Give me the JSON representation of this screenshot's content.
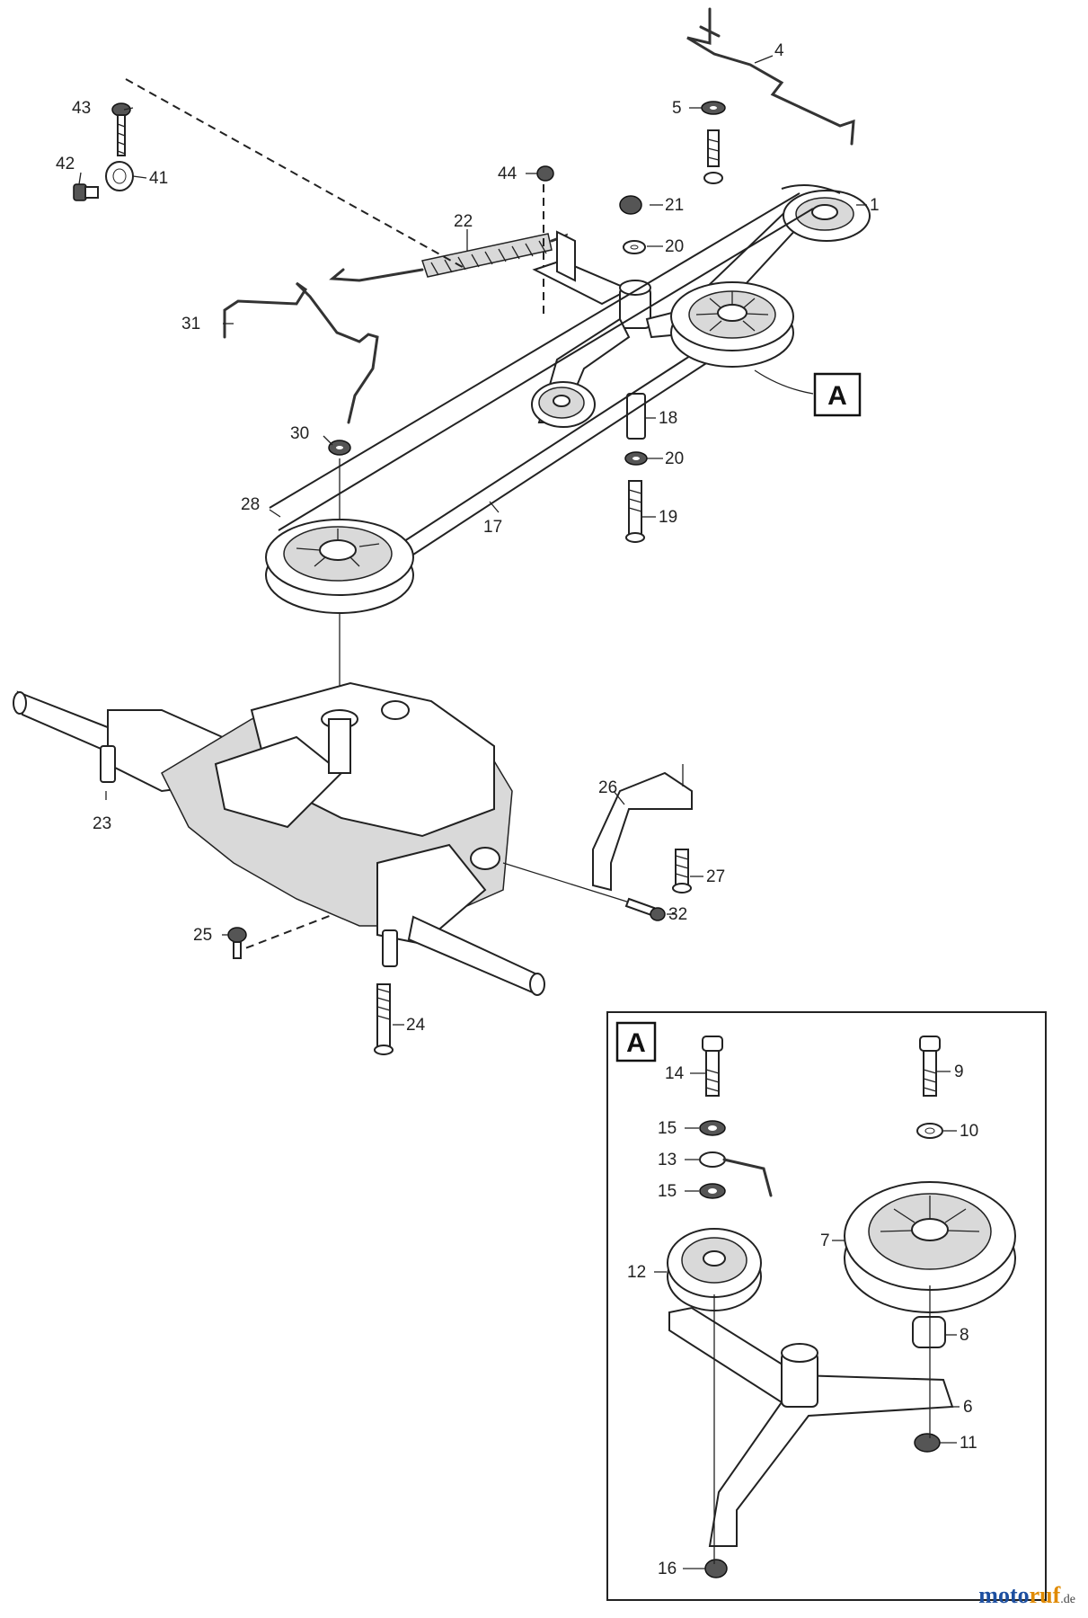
{
  "diagram": {
    "callouts": {
      "main": "A",
      "detail": "A"
    },
    "labels": {
      "p1": "1",
      "p4": "4",
      "p5": "5",
      "p6": "6",
      "p7": "7",
      "p8": "8",
      "p9": "9",
      "p10": "10",
      "p11": "11",
      "p12": "12",
      "p13": "13",
      "p14": "14",
      "p15a": "15",
      "p15b": "15",
      "p16": "16",
      "p17": "17",
      "p18": "18",
      "p19": "19",
      "p20a": "20",
      "p20b": "20",
      "p21": "21",
      "p22": "22",
      "p23": "23",
      "p24": "24",
      "p25": "25",
      "p26": "26",
      "p27": "27",
      "p28": "28",
      "p30": "30",
      "p31": "31",
      "p32": "32",
      "p41": "41",
      "p42": "42",
      "p43": "43",
      "p44": "44"
    }
  },
  "watermark": {
    "brand_part1": "moto",
    "brand_part2": "ruf",
    "suffix": ".de"
  }
}
